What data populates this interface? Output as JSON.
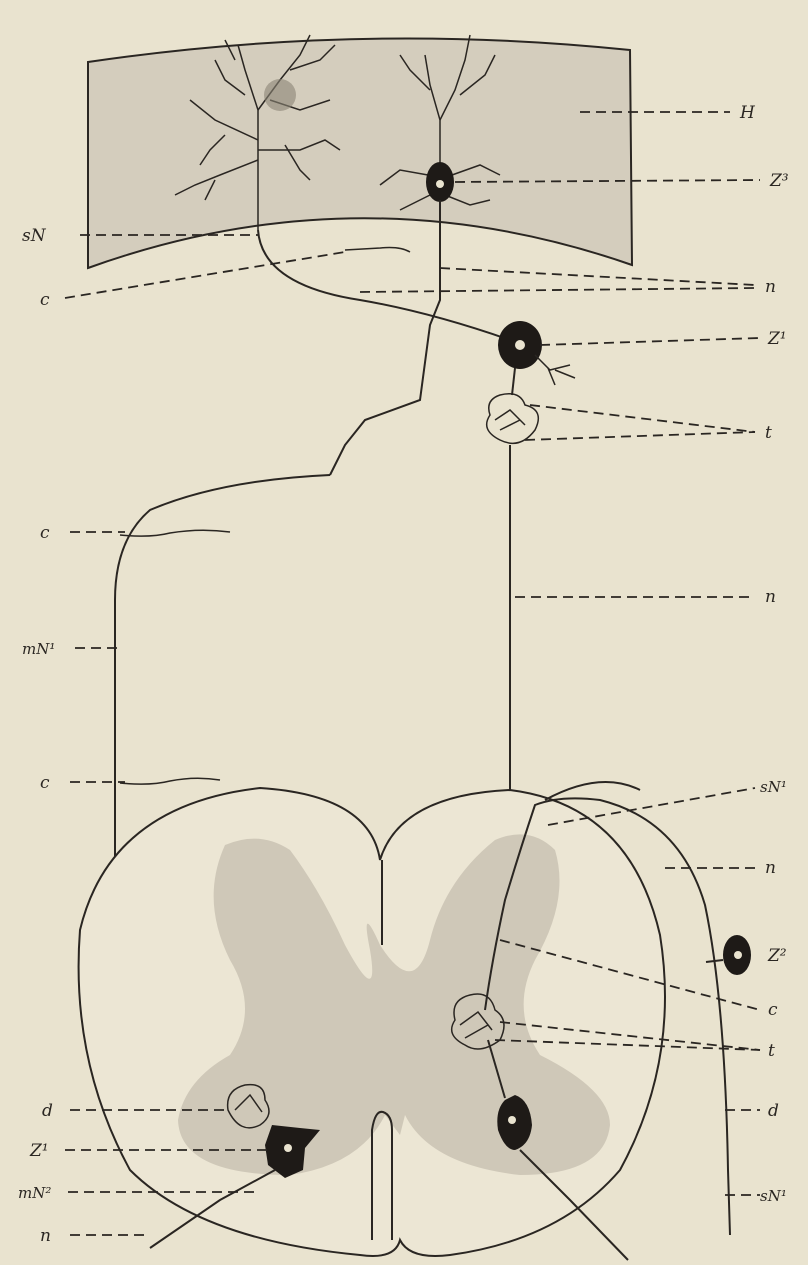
{
  "labels": {
    "H": "H",
    "Z3": "Z³",
    "sN": "sN",
    "c_top": "c",
    "n_top": "n",
    "Z1_top": "Z¹",
    "t_top": "t",
    "c_upper": "c",
    "n_mid": "n",
    "mN1": "mN¹",
    "c_lower": "c",
    "sN1_top": "sN¹",
    "n_right": "n",
    "Z2": "Z²",
    "c_right": "c",
    "t_right": "t",
    "d_left": "d",
    "d_right": "d",
    "Z1_bottom": "Z¹",
    "mN2": "mN²",
    "sN1_bottom": "sN¹",
    "n_bottom": "n"
  }
}
